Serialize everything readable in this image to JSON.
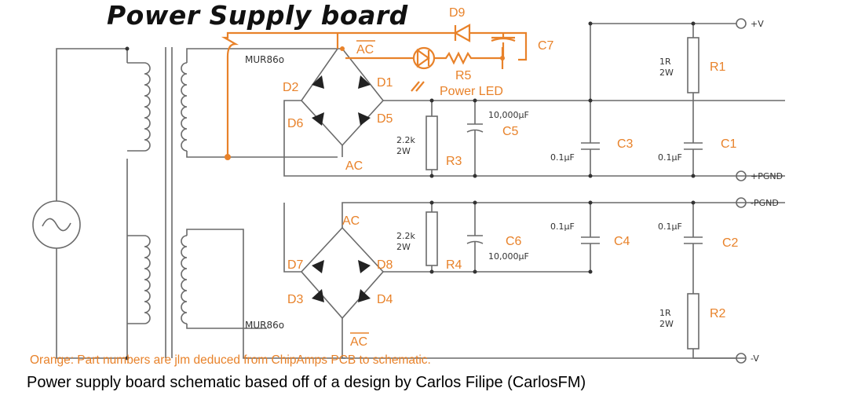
{
  "title": "Power Supply board",
  "caption": "Power supply board schematic based off of a design by Carlos Filipe (CarlosFM)",
  "note": "Orange: Part numbers are jlm deduced from ChipAmps PCB to schematic.",
  "colors": {
    "accent": "#e8822a",
    "wire": "#6a6a6a"
  },
  "terminals": {
    "pos_v": "+V",
    "pos_gnd": "+PGND",
    "neg_gnd": "-PGND",
    "neg_v": "-V"
  },
  "bridges": {
    "top_part": "MUR86o",
    "bottom_part": "MUR86o"
  },
  "orange_labels": {
    "d9": "D9",
    "c7": "C7",
    "ac_bar_top": "AC",
    "r5": "R5",
    "power_led": "Power LED",
    "d1": "D1",
    "d2": "D2",
    "d5": "D5",
    "d6": "D6",
    "ac_top": "AC",
    "c5": "C5",
    "r3": "R3",
    "c3": "C3",
    "r1": "R1",
    "c1": "C1",
    "ac_bottom": "AC",
    "d7": "D7",
    "d8": "D8",
    "d3": "D3",
    "d4": "D4",
    "ac_bar_bottom": "AC",
    "r4": "R4",
    "c6": "C6",
    "c4": "C4",
    "c2": "C2",
    "r2": "R2"
  },
  "values": {
    "r3": [
      "2.2k",
      "2W"
    ],
    "r4": [
      "2.2k",
      "2W"
    ],
    "c5": "10,000µF",
    "c6": "10,000µF",
    "c3": "0.1µF",
    "c4": "0.1µF",
    "c1": "0.1µF",
    "c2": "0.1µF",
    "r1": [
      "1R",
      "2W"
    ],
    "r2": [
      "1R",
      "2W"
    ]
  }
}
